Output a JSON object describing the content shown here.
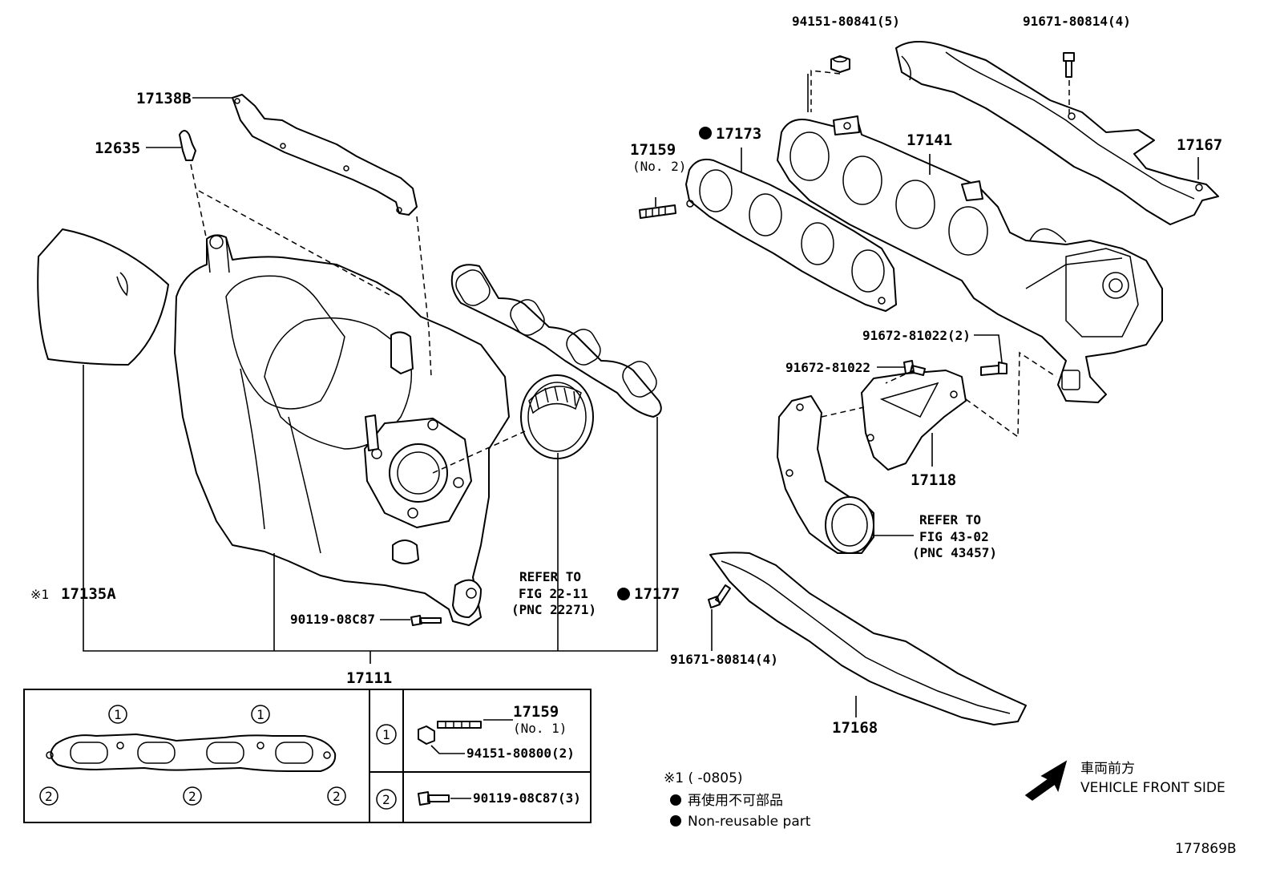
{
  "labels": {
    "l_17138B": "17138B",
    "l_12635": "12635",
    "l_17135A": "17135A",
    "l_17135A_mark": "※1",
    "l_17111": "17111",
    "l_90119_08C87": "90119-08C87",
    "l_refer1_a": "REFER TO",
    "l_refer1_b": "FIG 22-11",
    "l_refer1_c": "(PNC 22271)",
    "l_17177": "17177",
    "l_94151_80841": "94151-80841(5)",
    "l_91671_80814_top": "91671-80814(4)",
    "l_17159_no2": "17159",
    "l_17159_no2_sub": "(No. 2)",
    "l_17173": "17173",
    "l_17141": "17141",
    "l_17167": "17167",
    "l_91672_81022_2": "91672-81022(2)",
    "l_91672_81022": "91672-81022",
    "l_17118": "17118",
    "l_refer2_a": "REFER TO",
    "l_refer2_b": "FIG 43-02",
    "l_refer2_c": "(PNC 43457)",
    "l_91671_80814_bot": "91671-80814(4)",
    "l_17168": "17168",
    "l_17159_no1": "17159",
    "l_17159_no1_sub": "(No. 1)",
    "l_94151_80800": "94151-80800(2)",
    "l_90119_08C87_3": "90119-08C87(3)",
    "circle_1": "1",
    "circle_2": "2",
    "note_mark": "※1 (    -0805)",
    "note_jp": "再使用不可部品",
    "note_en": "Non-reusable part",
    "front_jp": "車両前方",
    "front_en": "VEHICLE FRONT SIDE",
    "figure_id": "177869B"
  }
}
